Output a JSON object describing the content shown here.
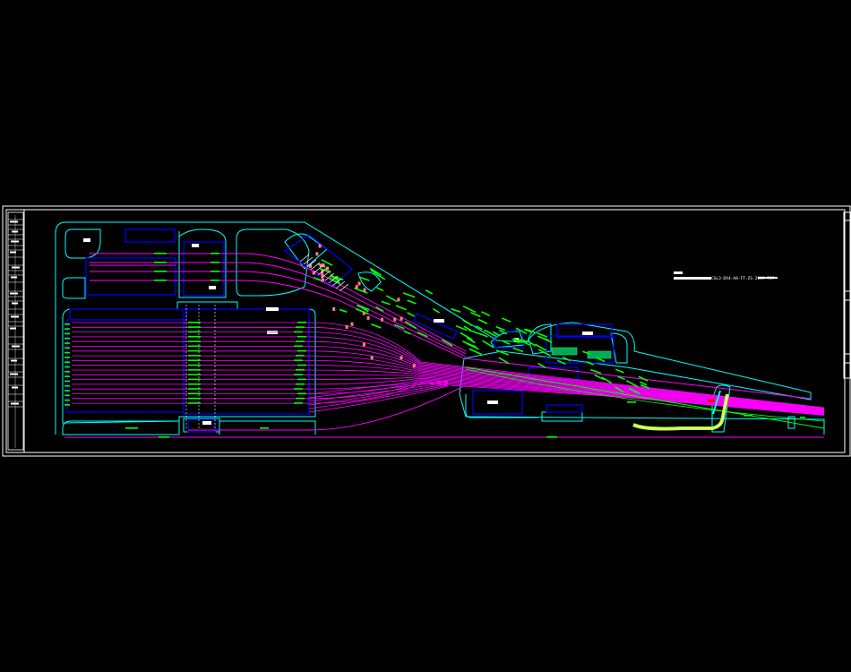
{
  "drawing": {
    "background": "#000000",
    "frame_color": "#ffffff",
    "boundary_color": "#00ffff",
    "building_color": "#0000ff",
    "track_color": "#ff00ff",
    "label_color": "#00ff00",
    "highlight_color": "#ffff00",
    "accent_color": "#ff0000",
    "note": "CGL3-DX4-A8-FT-ZS-2019-737",
    "track_count_upper": 4,
    "track_count_main": 18,
    "track_count_lower": 6
  }
}
